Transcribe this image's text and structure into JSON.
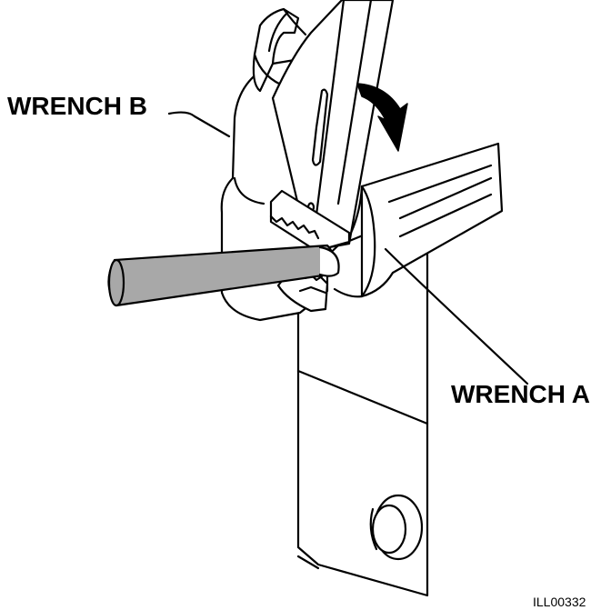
{
  "labels": {
    "wrench_b": "WRENCH B",
    "wrench_a": "WRENCH A",
    "illustration_code": "ILL00332"
  },
  "colors": {
    "line": "#000000",
    "fill": "#ffffff",
    "cable": "#a8a8a8"
  }
}
